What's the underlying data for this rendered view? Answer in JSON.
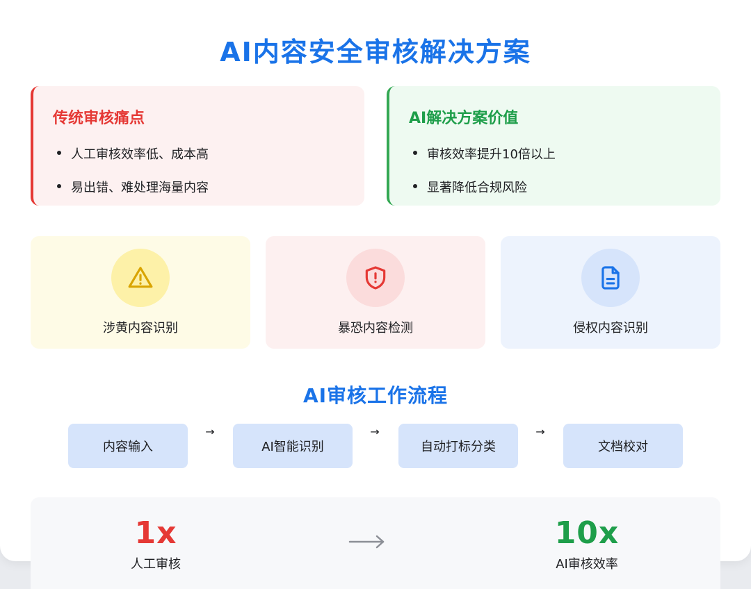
{
  "title": "AI内容安全审核解决方案",
  "pain_panel": {
    "heading": "传统审核痛点",
    "items": [
      "人工审核效率低、成本高",
      "易出错、难处理海量内容"
    ],
    "accent": "#e53935"
  },
  "value_panel": {
    "heading": "AI解决方案价值",
    "items": [
      "审核效率提升10倍以上",
      "显著降低合规风险"
    ],
    "accent": "#34a853"
  },
  "features": [
    {
      "label": "涉黄内容识别",
      "icon": "warning-triangle-icon",
      "color": "#d9a400"
    },
    {
      "label": "暴恐内容检测",
      "icon": "shield-alert-icon",
      "color": "#e53935"
    },
    {
      "label": "侵权内容识别",
      "icon": "document-icon",
      "color": "#1a73e8"
    }
  ],
  "flow": {
    "title": "AI审核工作流程",
    "steps": [
      "内容输入",
      "AI智能识别",
      "自动打标分类",
      "文档校对"
    ],
    "arrow": "→"
  },
  "comparison": {
    "left": {
      "value": "1x",
      "label": "人工审核"
    },
    "right": {
      "value": "10x",
      "label": "AI审核效率"
    },
    "arrow_icon": "arrow-right-icon"
  }
}
